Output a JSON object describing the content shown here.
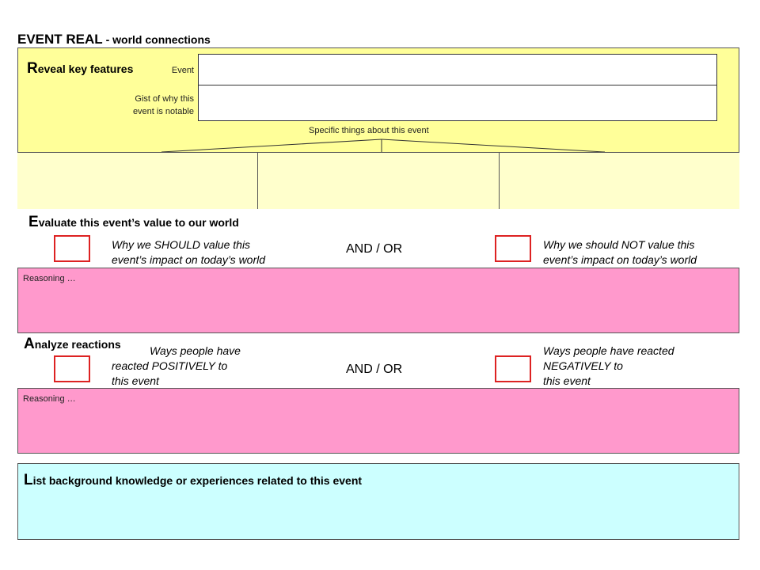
{
  "title": {
    "main": "EVENT  REAL",
    "sub": " - world connections"
  },
  "reveal": {
    "cap": "R",
    "rest": "eveal key features",
    "event_label": "Event",
    "gist_label_line1": "Gist of why this",
    "gist_label_line2": "event is notable",
    "specific_label": "Specific things about this event"
  },
  "evaluate": {
    "cap": "E",
    "rest": "valuate this event’s value to our world",
    "should_line1": "Why we SHOULD value this",
    "should_line2": "event’s impact on today’s world",
    "andor": "AND / OR",
    "shouldnot_line1": "Why we should NOT value this",
    "shouldnot_line2": "event’s impact on today’s world",
    "reasoning": "Reasoning …"
  },
  "analyze": {
    "cap": "A",
    "rest": "nalyze reactions",
    "pos_line1": "Ways people have",
    "pos_line2": "reacted POSITIVELY to",
    "pos_line3": "this event",
    "andor": "AND / OR",
    "neg_line1": "Ways people have reacted",
    "neg_line2": "NEGATIVELY to",
    "neg_line3": "this event",
    "reasoning": "Reasoning …"
  },
  "list": {
    "cap": "L",
    "rest": "ist background knowledge or experiences related to this event"
  },
  "colors": {
    "yellow": "#ffff99",
    "pale_yellow": "#ffffcc",
    "pink": "#ff99cc",
    "cyan": "#ccffff",
    "checkbox_border": "#dd2222"
  }
}
